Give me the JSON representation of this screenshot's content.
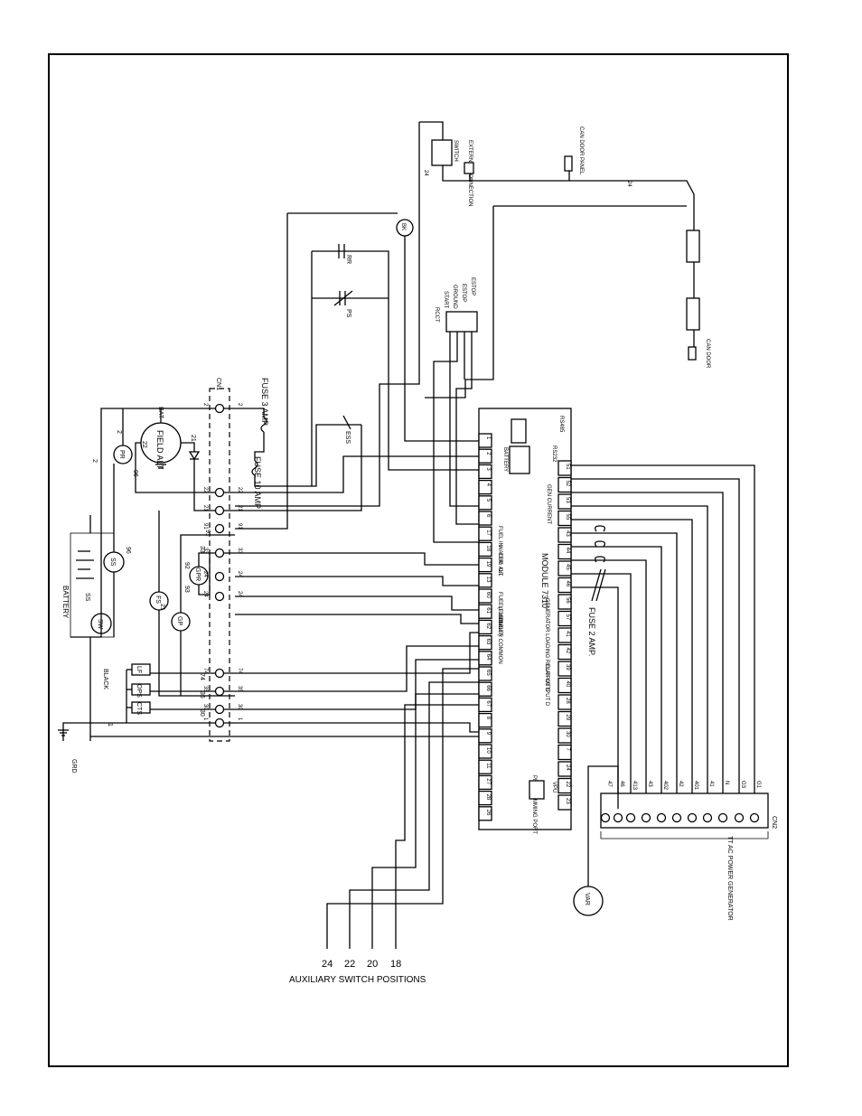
{
  "aux": {
    "caption": "AUXILIARY SWITCH POSITIONS",
    "positions": [
      "24",
      "22",
      "20",
      "18"
    ]
  },
  "labels": {
    "battery": "BATTERY",
    "black": "BLACK",
    "grd": "GRD",
    "field_alt": "FIELD ALT",
    "bat": "BAT",
    "cn1": "CN1",
    "cn2": "CN2",
    "fuse_3amp": "FUSE 3 AMP",
    "fuse_10amp": "FUSE 10 AMP",
    "fuse_2amp": "FUSE 2 AMP.",
    "ess": "ESS",
    "ps": "PS",
    "rr": "RR",
    "rcct": "RCCT",
    "start": "START",
    "ground": "GROUND",
    "estop": "ESTOP",
    "estop2": "ESTOP",
    "switch": "SWITCH",
    "ext_conn": "EXTERNAL CONNECTION",
    "can_door_panel": "CAN DOOR PANEL",
    "can_door": "CAN DOOR",
    "module": "MODULE 7310",
    "gen_relay": "GENERATOR LOADING RELAY OUTPUT D",
    "output_c": "OUTPUT C",
    "programming_port": "PROGRAMMING PORT",
    "var": "VAR",
    "tt_gen": "TT AC POWER GENERATOR",
    "fuel_in": "FUEL IN",
    "water": "WATER",
    "oil": "OIL",
    "chg_alt": "CHG ALT",
    "flexible": "FLEXIBLE",
    "sender_common": "SENDER COMMON",
    "fuel_flexible": "FUEL (FLEXIBLE)",
    "rs485": "RS485",
    "rs232": "RS232",
    "battery_mod": "BATTERY",
    "gen_current": "GEN CURRENT",
    "vpu": "VPU"
  },
  "devices": {
    "sw": "SW",
    "ss": "SS",
    "ss2": "SS",
    "pr": "PR",
    "gpr": "GPR",
    "fs": "FS",
    "gp": "GP",
    "lf": "LF",
    "ops": "OPS",
    "cts": "CTS",
    "bk": "BK"
  },
  "wires": {
    "w2a": "2",
    "w2b": "2",
    "w2c": "2",
    "w21": "21",
    "w22": "22",
    "w96": "96",
    "w91": "91",
    "w92": "92",
    "w93": "93",
    "w74": "74",
    "w35": "35",
    "w30": "30",
    "w1": "1",
    "w24": "24",
    "w33": "33",
    "w21b": "21",
    "cn1_left": [
      "2",
      "22",
      "21",
      "91",
      "33",
      "24",
      "24",
      "74",
      "35",
      "30",
      "1"
    ],
    "cn1_right": [
      "2",
      "22",
      "21",
      "91",
      "33",
      "24",
      "24",
      "74",
      "35",
      "30",
      "1"
    ],
    "cn2_wires": [
      "G1",
      "G3",
      "N",
      "41",
      "401",
      "42",
      "402",
      "43",
      "413",
      "46",
      "47"
    ]
  },
  "module": {
    "left_terms": [
      "1",
      "2",
      "3",
      "4",
      "5",
      "6",
      "17",
      "18",
      "19",
      "13",
      "60",
      "61",
      "62",
      "63",
      "64",
      "65",
      "66",
      "67",
      "8",
      "9",
      "10",
      "11",
      "27",
      "28",
      "26"
    ],
    "right_terms": [
      "51",
      "52",
      "53",
      "55",
      "43",
      "44",
      "45",
      "46",
      "56",
      "57",
      "41",
      "42",
      "39",
      "40",
      "28",
      "29",
      "30",
      "7",
      "24",
      "22",
      "23"
    ]
  }
}
